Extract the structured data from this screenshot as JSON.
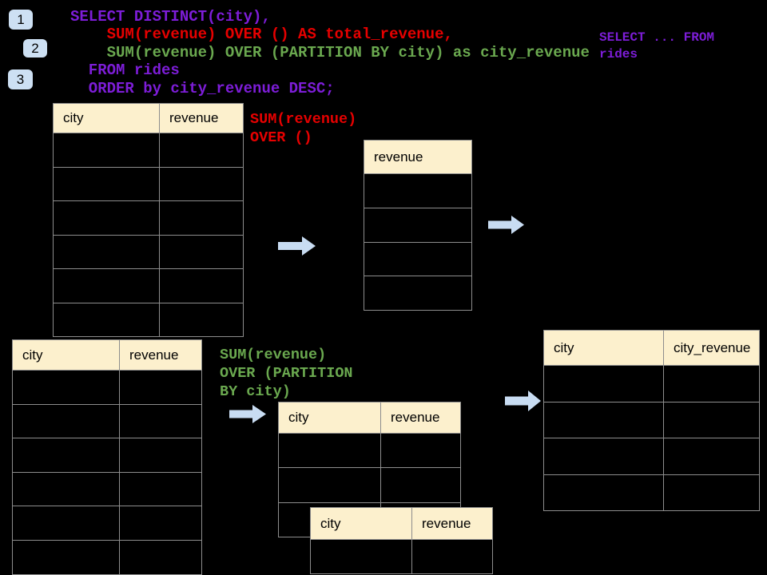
{
  "colors": {
    "purple": "#7D1DD8",
    "red": "#E60000",
    "green": "#6AA84F",
    "header_bg": "#FCF0CD",
    "badge_bg": "#CDE0F3",
    "arrow": "#C8DCF2",
    "border": "#8d8d8d"
  },
  "badges": [
    "1",
    "2",
    "3"
  ],
  "sql": {
    "lines": [
      {
        "text": "SELECT DISTINCT(city),",
        "color": "purple"
      },
      {
        "text": "    SUM(revenue) OVER () AS total_revenue,",
        "color": "red"
      },
      {
        "text": "    SUM(revenue) OVER (PARTITION BY city) as city_revenue",
        "color": "green"
      },
      {
        "text": "  FROM rides",
        "color": "purple"
      },
      {
        "text": "  ORDER by city_revenue DESC;",
        "color": "purple"
      }
    ]
  },
  "side_note": {
    "color": "purple",
    "lines": [
      "SELECT ... FROM",
      "rides"
    ]
  },
  "labels": {
    "total": {
      "color": "red",
      "lines": [
        "SUM(revenue)",
        "OVER ()"
      ]
    },
    "partition": {
      "color": "green",
      "lines": [
        "SUM(revenue)",
        "OVER (PARTITION",
        "BY city)"
      ]
    }
  },
  "tables": {
    "source_top": {
      "headers": [
        "city",
        "revenue"
      ],
      "row_count": 6
    },
    "total_result": {
      "headers": [
        "revenue"
      ],
      "row_count": 4
    },
    "source_bottom": {
      "headers": [
        "city",
        "revenue"
      ],
      "row_count": 6
    },
    "partition_a": {
      "headers": [
        "city",
        "revenue"
      ],
      "row_count": 3
    },
    "partition_b": {
      "headers": [
        "city",
        "revenue"
      ],
      "row_count": 1
    },
    "city_result": {
      "headers": [
        "city",
        "city_revenue"
      ],
      "row_count": 4
    }
  }
}
